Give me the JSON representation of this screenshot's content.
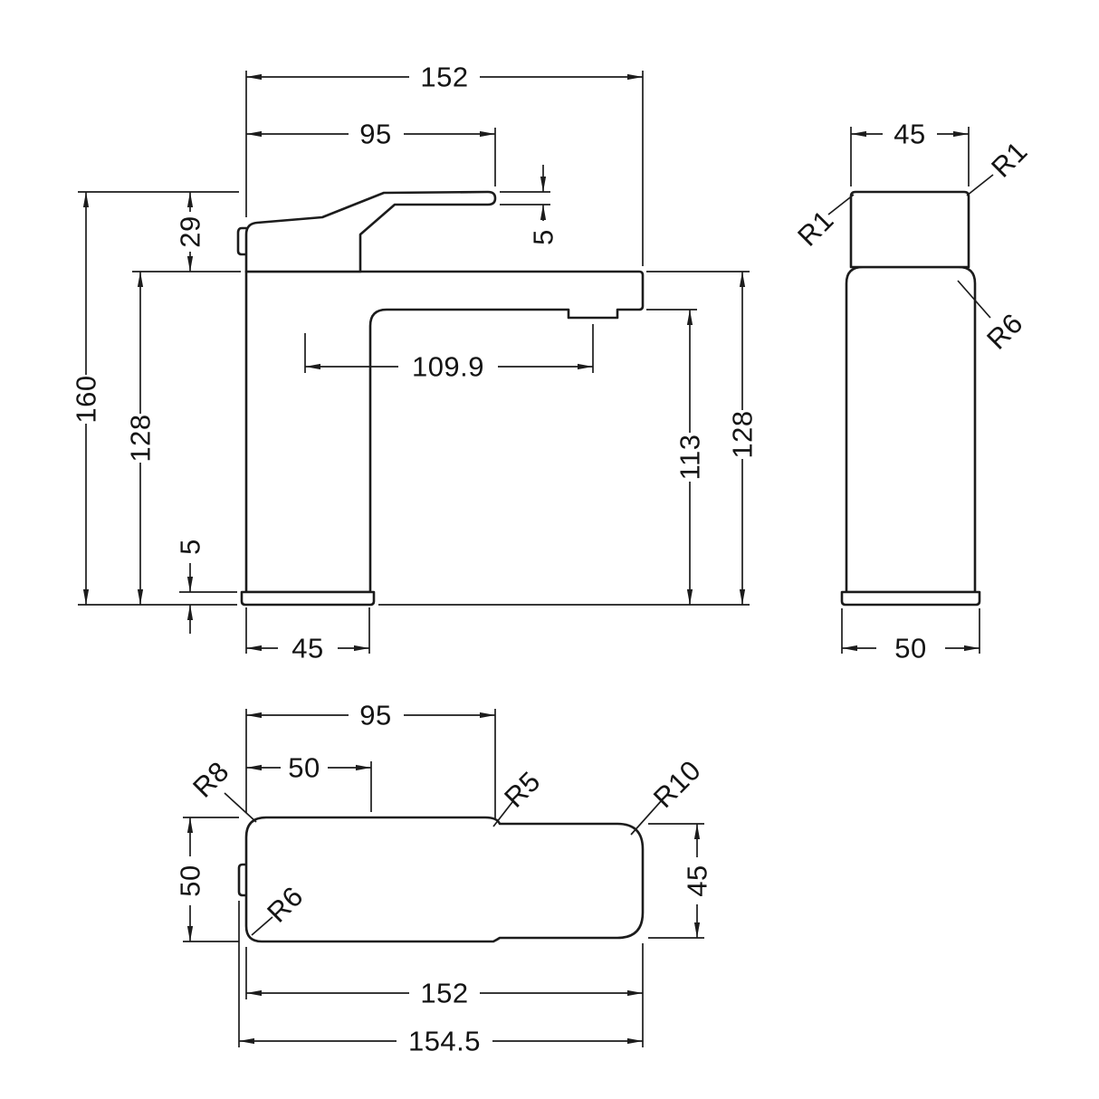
{
  "front_view": {
    "overall_width": "152",
    "handle_length": "95",
    "handle_height": "29",
    "spout_tip_thickness": "5",
    "overall_height": "160",
    "body_height": "128",
    "spout_reach": "109.9",
    "spout_clearance": "113",
    "spout_height": "128",
    "base_thickness": "5",
    "body_width": "45"
  },
  "side_view": {
    "top_width": "45",
    "base_width": "50",
    "radius_top_left": "R1",
    "radius_top_right": "R1",
    "radius_shoulder": "R6"
  },
  "plan_view": {
    "handle_length": "95",
    "cartridge_offset": "50",
    "body_depth": "50",
    "spout_depth": "45",
    "radius_top_left": "R8",
    "radius_transition": "R5",
    "radius_spout_end": "R10",
    "radius_bottom_left": "R6",
    "body_length": "152",
    "overall_length": "154.5"
  },
  "colors": {
    "line": "#1c1c1c",
    "background": "#ffffff"
  }
}
